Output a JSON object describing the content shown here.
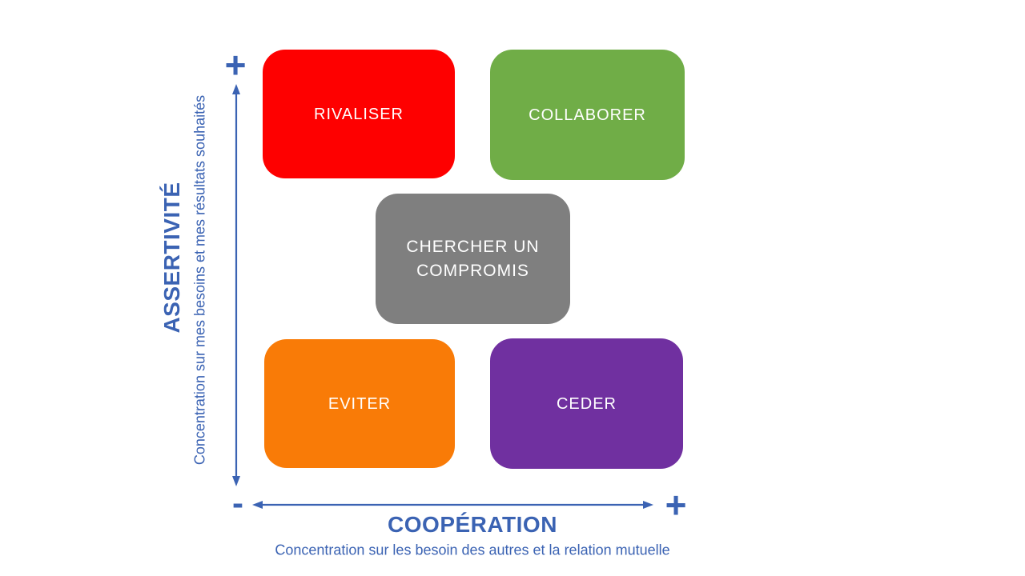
{
  "colors": {
    "axis": "#3B63B3",
    "label_text": "#FFFFFF",
    "rivaliser": "#FE0000",
    "collaborer": "#70AD47",
    "compromis": "#7F7F7F",
    "eviter": "#F97B07",
    "ceder": "#7030A0"
  },
  "quadrants": [
    {
      "id": "rivaliser",
      "label": "RIVALISER"
    },
    {
      "id": "collaborer",
      "label": "COLLABORER"
    },
    {
      "id": "compromis",
      "label": "CHERCHER UN COMPROMIS"
    },
    {
      "id": "eviter",
      "label": "EVITER"
    },
    {
      "id": "ceder",
      "label": "CEDER"
    }
  ],
  "axes": {
    "vertical": {
      "title": "ASSERTIVITÉ",
      "subtitle": "Concentration sur mes besoins et mes résultats souhaités",
      "plus": "+",
      "minus": "-"
    },
    "horizontal": {
      "title": "COOPÉRATION",
      "subtitle": "Concentration sur les besoin des autres et la relation mutuelle",
      "plus": "+"
    }
  }
}
